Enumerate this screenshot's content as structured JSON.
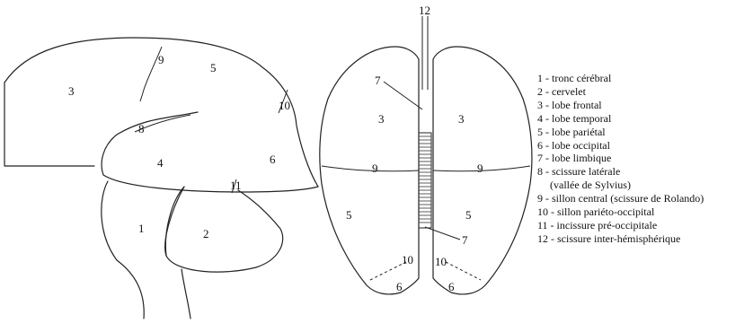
{
  "lateral_labels": {
    "l1": "1",
    "l2": "2",
    "l3": "3",
    "l4": "4",
    "l5": "5",
    "l6": "6",
    "l8": "8",
    "l9": "9",
    "l10": "10",
    "l11": "11"
  },
  "superior_labels": {
    "l12": "12",
    "l7a": "7",
    "l7b": "7",
    "l3a": "3",
    "l3b": "3",
    "l9a": "9",
    "l9b": "9",
    "l5a": "5",
    "l5b": "5",
    "l10a": "10",
    "l10b": "10",
    "l6a": "6",
    "l6b": "6"
  },
  "legend": [
    "1 - tronc cérébral",
    "2 - cervelet",
    "3 - lobe frontal",
    "4 - lobe temporal",
    "5 - lobe pariétal",
    "6 - lobe occipital",
    "7 - lobe limbique",
    "8 - scissure latérale",
    "(vallée de Sylvius)",
    "9 - sillon central (scissure de Rolando)",
    "10 - sillon pariéto-occipital",
    "11 - incissure pré-occipitale",
    "12 - scissure inter-hémisphérique"
  ]
}
